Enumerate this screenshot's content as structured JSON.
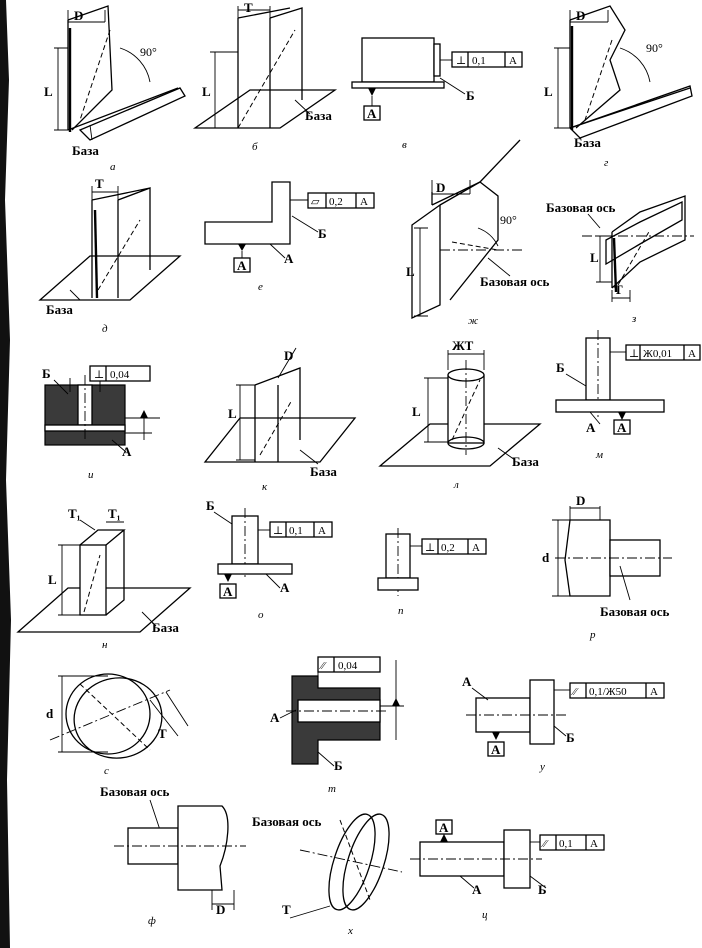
{
  "figure": {
    "base_word": "База",
    "base_axis_word": "Базовая ось",
    "angle_90": "90°",
    "letter_L": "L",
    "letter_D": "D",
    "letter_T": "T",
    "letter_d": "d",
    "letter_T1": "T₁",
    "datum_A": "А",
    "datum_B": "Б",
    "dia_T": "ЖТ"
  },
  "tolerance_frames": {
    "v": {
      "sym": "⊥",
      "val": "0,1",
      "ref": "А"
    },
    "e": {
      "sym": "⏥",
      "val": "0,2",
      "ref": "А"
    },
    "i": {
      "sym": "⊥",
      "val": "0,04",
      "ref": ""
    },
    "m": {
      "sym": "⊥",
      "val": "Ж0,01",
      "ref": "А"
    },
    "o": {
      "sym": "⊥",
      "val": "0,1",
      "ref": "А"
    },
    "p": {
      "sym": "⊥",
      "val": "0,2",
      "ref": "А"
    },
    "t": {
      "sym": "⁄⁄",
      "val": "0,04",
      "ref": ""
    },
    "u": {
      "sym": "⁄⁄",
      "val": "0,1/Ж50",
      "ref": "А"
    },
    "ts": {
      "sym": "⁄⁄",
      "val": "0,1",
      "ref": "А"
    }
  },
  "captions": {
    "a": "а",
    "b": "б",
    "v": "в",
    "g": "г",
    "d": "д",
    "e": "е",
    "zh": "ж",
    "z": "з",
    "i": "и",
    "k": "к",
    "l": "л",
    "m": "м",
    "n": "н",
    "o": "о",
    "p": "п",
    "r": "р",
    "s": "с",
    "t": "т",
    "u": "у",
    "f": "ф",
    "h": "х",
    "ts": "ц"
  }
}
